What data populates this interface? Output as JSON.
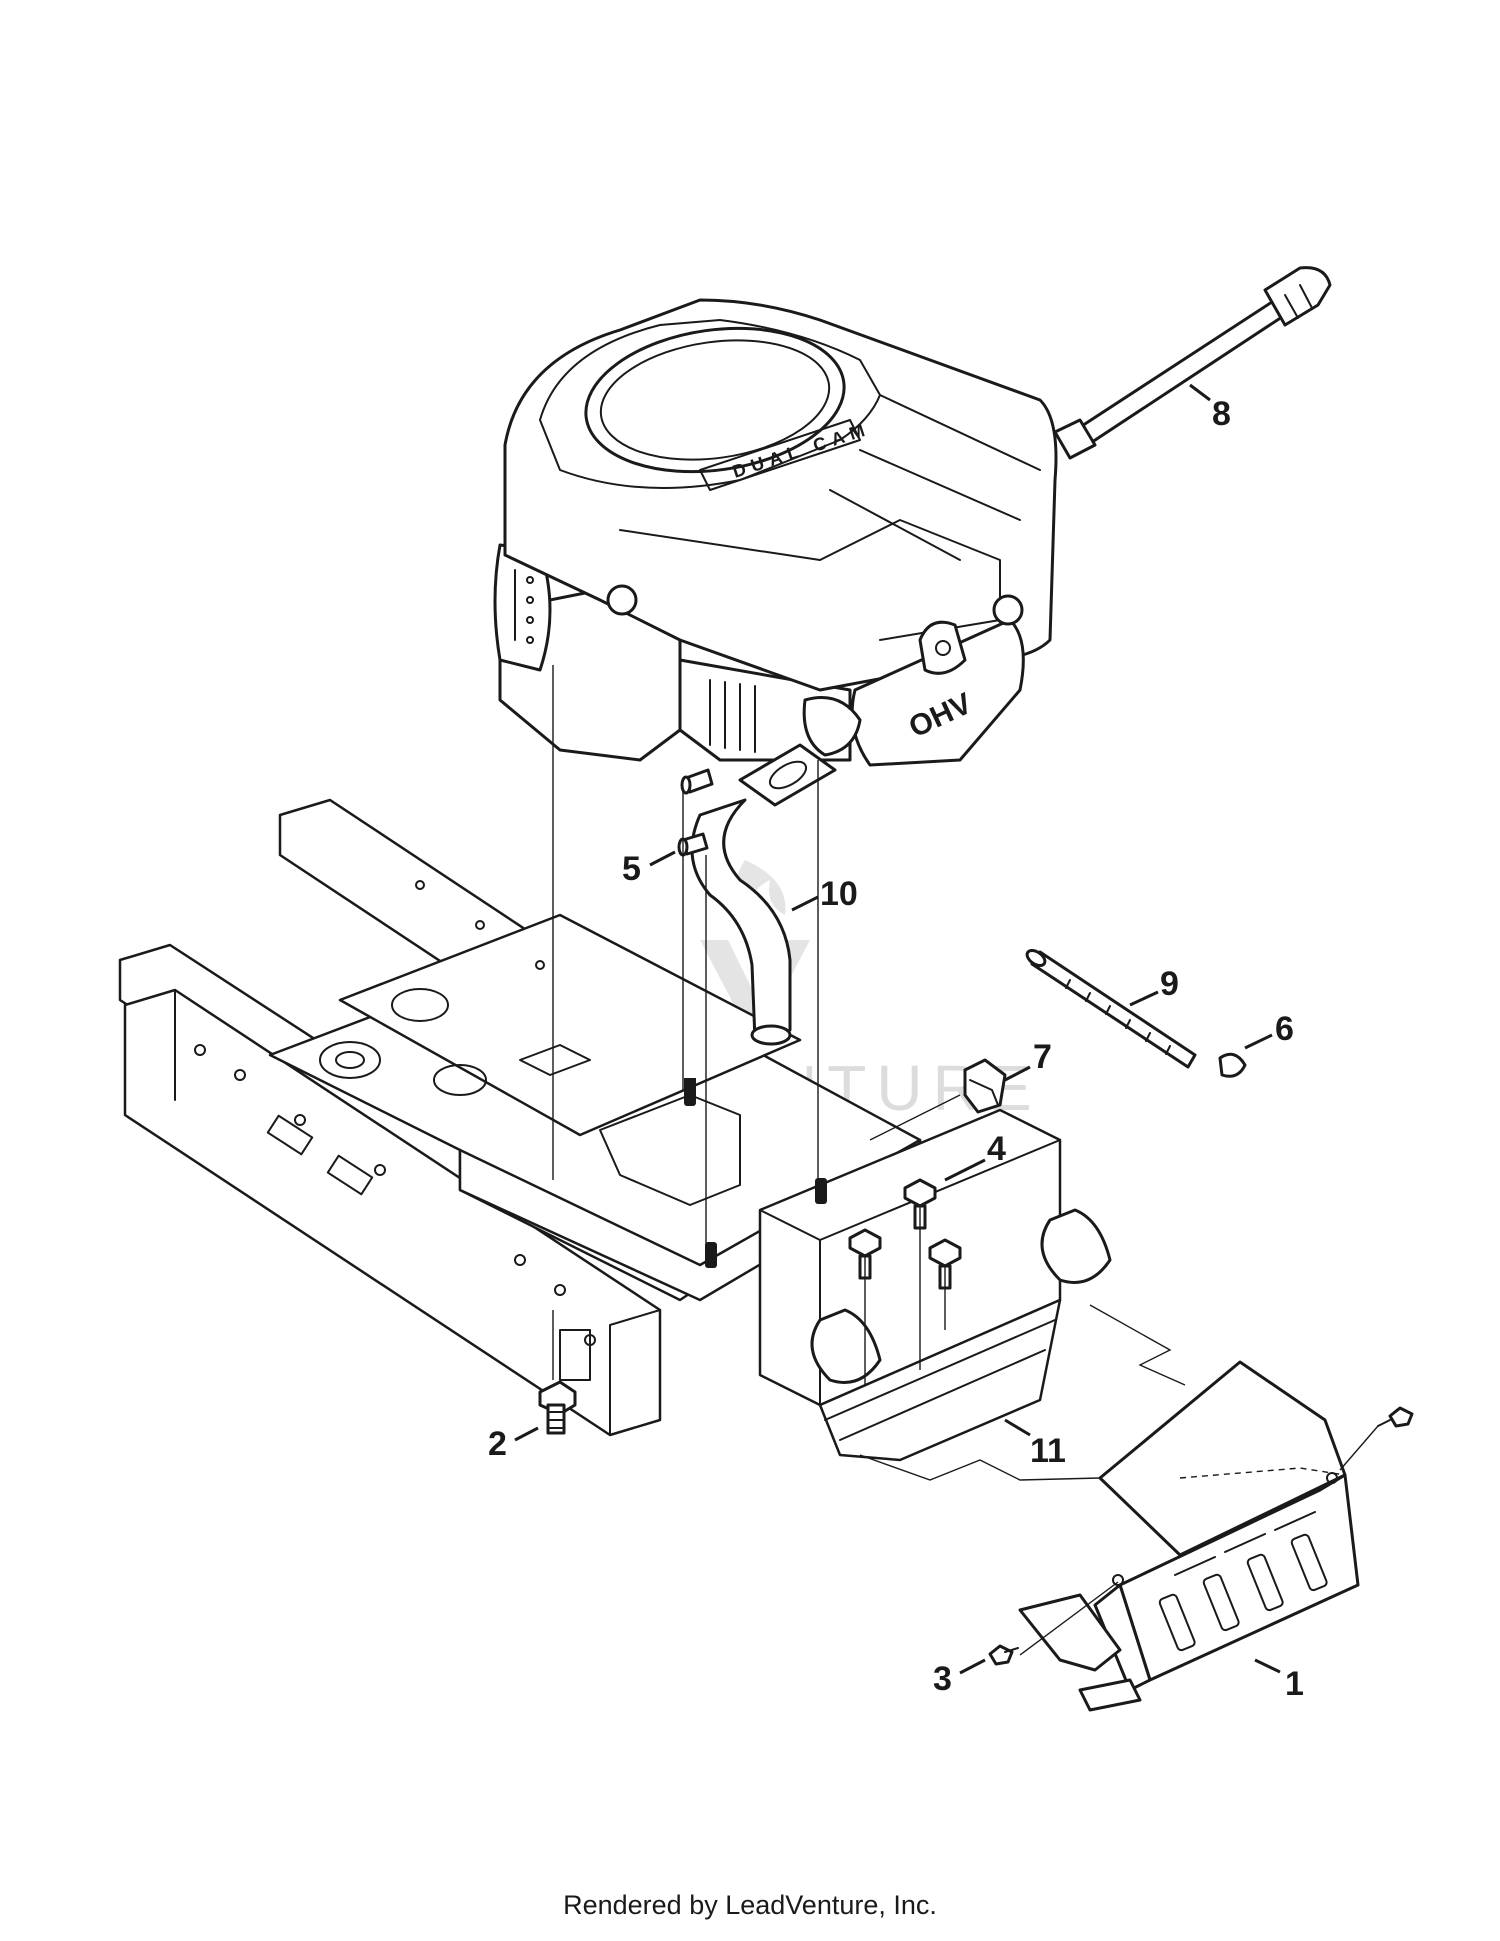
{
  "diagram": {
    "watermark_text": "LEADVENTURE",
    "engine": {
      "brand_text": "DUAL CAM",
      "badge_text": "OHV"
    },
    "callouts": [
      {
        "id": "callout-1",
        "number": "1"
      },
      {
        "id": "callout-2",
        "number": "2"
      },
      {
        "id": "callout-3",
        "number": "3"
      },
      {
        "id": "callout-4",
        "number": "4"
      },
      {
        "id": "callout-5",
        "number": "5"
      },
      {
        "id": "callout-6",
        "number": "6"
      },
      {
        "id": "callout-7",
        "number": "7"
      },
      {
        "id": "callout-8",
        "number": "8"
      },
      {
        "id": "callout-9",
        "number": "9"
      },
      {
        "id": "callout-10",
        "number": "10"
      },
      {
        "id": "callout-11",
        "number": "11"
      }
    ]
  },
  "footer": {
    "text": "Rendered by LeadVenture, Inc."
  }
}
